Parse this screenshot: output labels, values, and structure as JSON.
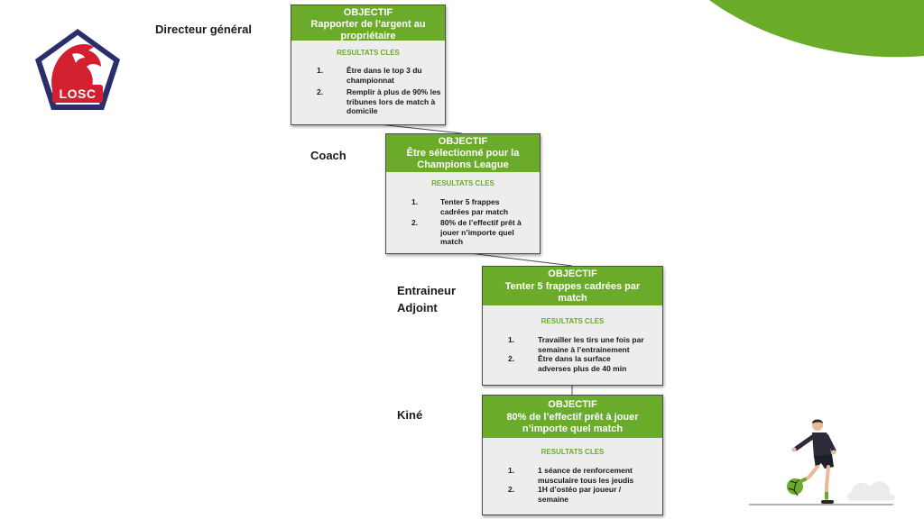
{
  "roles": {
    "director": "Directeur général",
    "coach": "Coach",
    "assistant_line1": "Entraineur",
    "assistant_line2": "Adjoint",
    "kine": "Kiné"
  },
  "logo": {
    "text": "LOSC",
    "colors": {
      "navy": "#2a2f6b",
      "red": "#d3202f",
      "white": "#ffffff"
    }
  },
  "colors": {
    "accent": "#6aac2a",
    "card_bg": "#ededed",
    "border": "#4d4d4d"
  },
  "cards": [
    {
      "objective_label": "OBJECTIF",
      "objective": "Rapporter de l’argent au propriétaire",
      "kr_label": "RESULTATS CLES",
      "items": [
        {
          "num": "1.",
          "text": "Être dans le top 3 du championnat"
        },
        {
          "num": "2.",
          "text": "Remplir à plus de 90% les tribunes lors de match à domicile"
        }
      ]
    },
    {
      "objective_label": "OBJECTIF",
      "objective": "Être sélectionné pour la Champions League",
      "kr_label": "RESULTATS CLES",
      "items": [
        {
          "num": "1.",
          "text": "Tenter 5 frappes cadrées par match"
        },
        {
          "num": "2.",
          "text": "80% de l’effectif prêt à jouer n’importe quel match"
        }
      ]
    },
    {
      "objective_label": "OBJECTIF",
      "objective": "Tenter 5 frappes cadrées par match",
      "kr_label": "RESULTATS CLES",
      "items": [
        {
          "num": "1.",
          "text": "Travailler les tirs une fois par semaine à l’entrainement"
        },
        {
          "num": "2.",
          "text": "Être dans la surface adverses plus de 40 min"
        }
      ]
    },
    {
      "objective_label": "OBJECTIF",
      "objective": "80% de l’effectif prêt à jouer n’importe quel match",
      "kr_label": "RESULTATS CLES",
      "items": [
        {
          "num": "1.",
          "text": "1 séance de renforcement musculaire tous les jeudis"
        },
        {
          "num": "2.",
          "text": "1H  d’ostéo par  joueur / semaine"
        }
      ]
    }
  ],
  "illustration": {
    "icon": "football-player-icon"
  }
}
